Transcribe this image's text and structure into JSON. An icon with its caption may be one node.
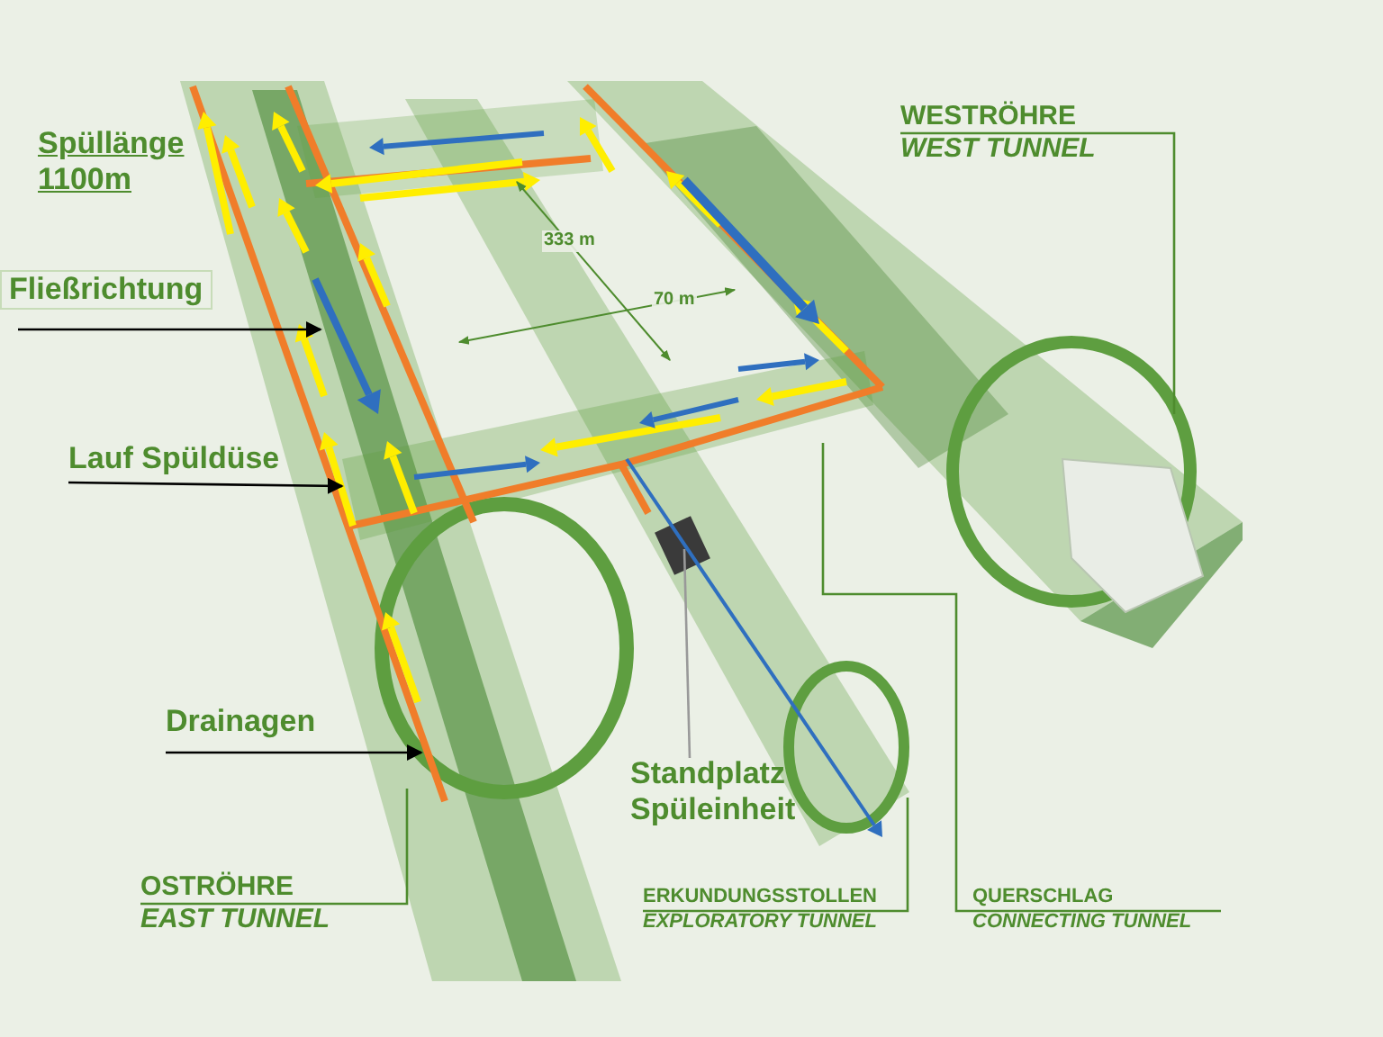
{
  "diagram": {
    "nodes": [
      {
        "text": [
          "Fließrichtung"
        ]
      },
      {
        "text": [
          "Lauf Spüldüse"
        ]
      },
      {
        "text": [
          "Drainagen"
        ]
      },
      {
        "text": [
          "Standplatz Spüleinheit"
        ]
      },
      {
        "text": [
          "OSTRÖHRE",
          "EAST TUNNEL"
        ]
      },
      {
        "text": [
          "ERKUNDUNGSSTOLLEN",
          "EXPLORATORY TUNNEL"
        ]
      },
      {
        "text": [
          "QUERSCHLAG",
          "CONNECTING TUNNEL"
        ]
      },
      {
        "text": [
          "WESTRÖHRE",
          "WEST TUNNEL"
        ]
      }
    ],
    "edges": [
      {
        "from": 0,
        "to": null,
        "arrow": "to",
        "color": "#000000"
      },
      {
        "from": 1,
        "to": null,
        "arrow": "to",
        "color": "#000000"
      },
      {
        "from": 2,
        "to": null,
        "arrow": "to",
        "color": "#000000"
      },
      {
        "from": 3,
        "to": null,
        "arrow": "none",
        "color": "#999999"
      },
      {
        "from": 4,
        "to": null,
        "arrow": "none"
      },
      {
        "from": 5,
        "to": null,
        "arrow": "none"
      },
      {
        "from": 6,
        "to": null,
        "arrow": "none"
      },
      {
        "from": 7,
        "to": null,
        "arrow": "none"
      }
    ],
    "labels": [
      "Spüllänge 1100m",
      "333 m",
      "70 m"
    ]
  }
}
